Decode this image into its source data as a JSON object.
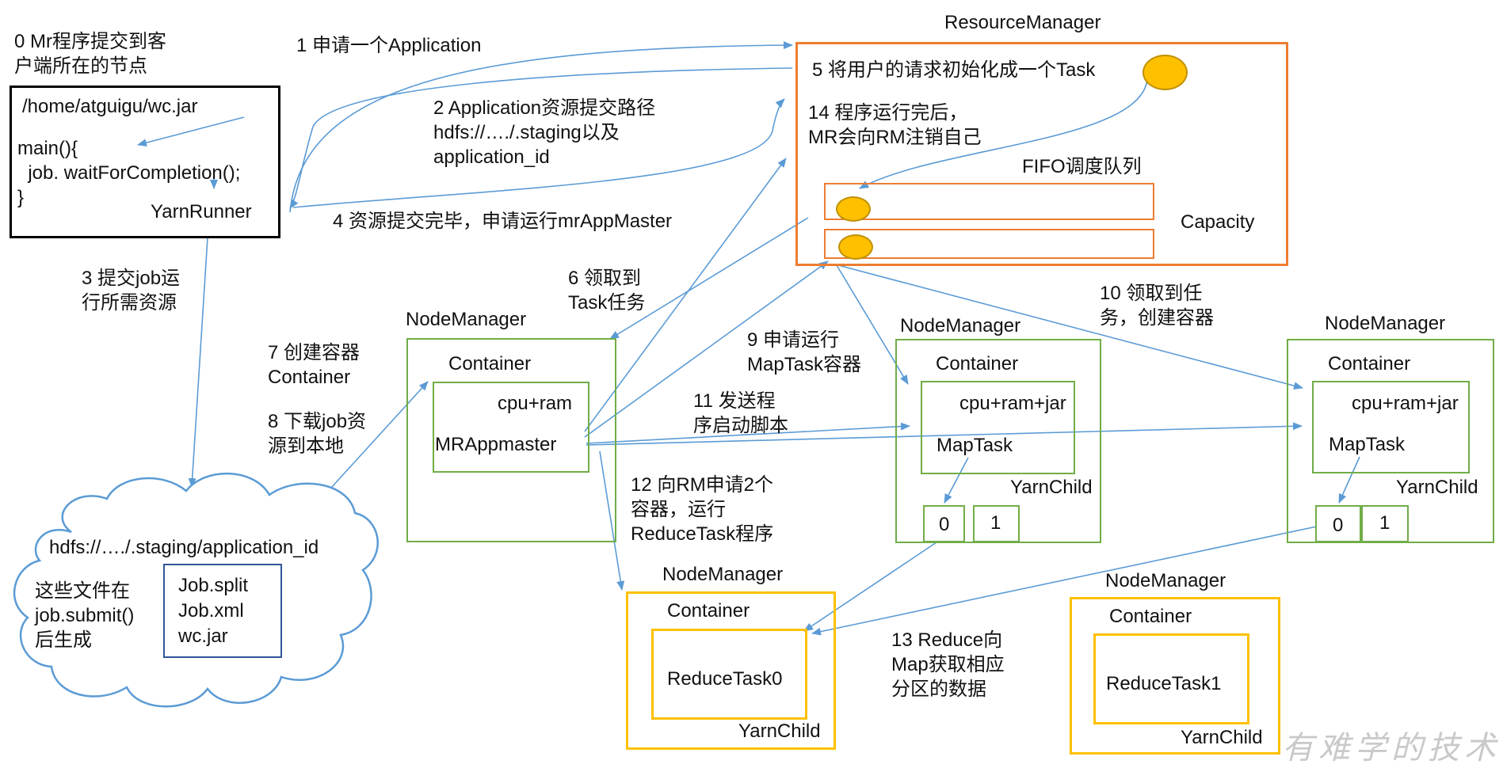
{
  "colors": {
    "client_border": "#000000",
    "resource_manager_border": "#ed7d31",
    "nodemanager_green": "#70ad47",
    "nodemanager_yellow": "#ffc000",
    "task_oval_fill": "#ffc000",
    "task_oval_border": "#bf9000",
    "arrow_blue": "#5b9bd5",
    "hdfs_cloud": "#5b9bd5",
    "jobfiles_border": "#2f5597",
    "watermark": "#c9c9c9"
  },
  "client": {
    "heading": "0 Mr程序提交到客\n户端所在的节点",
    "jar_path": "/home/atguigu/wc.jar",
    "code": "main(){\n  job. waitForCompletion();\n}",
    "runner_label": "YarnRunner"
  },
  "resource_manager": {
    "title": "ResourceManager",
    "step5": "5 将用户的请求初始化成一个Task",
    "step14": "14 程序运行完后，\nMR会向RM注销自己",
    "queue_title": "FIFO调度队列",
    "scheduler_label": "Capacity"
  },
  "steps": {
    "s1": "1 申请一个Application",
    "s2": "2 Application资源提交路径\nhdfs://…./.staging以及\napplication_id",
    "s3": "3 提交job运\n行所需资源",
    "s4": "4 资源提交完毕，申请运行mrAppMaster",
    "s6": "6 领取到\nTask任务",
    "s7": "7 创建容器\nContainer",
    "s8": "8 下载job资\n源到本地",
    "s9": "9 申请运行\nMapTask容器",
    "s10": "10 领取到任\n务，创建容器",
    "s11": "11 发送程\n序启动脚本",
    "s12": "12 向RM申请2个\n容器，运行\nReduceTask程序",
    "s13": "13 Reduce向\nMap获取相应\n分区的数据"
  },
  "hdfs": {
    "path": "hdfs://…./.staging/application_id",
    "note": "这些文件在\njob.submit()\n后生成",
    "files": [
      "Job.split",
      "Job.xml",
      "wc.jar"
    ]
  },
  "node_master": {
    "title": "NodeManager",
    "container": "Container",
    "resources": "cpu+ram",
    "app": "MRAppmaster"
  },
  "node_map1": {
    "title": "NodeManager",
    "container": "Container",
    "resources": "cpu+ram+jar",
    "task": "MapTask",
    "child": "YarnChild",
    "partitions": [
      "0",
      "1"
    ]
  },
  "node_map2": {
    "title": "NodeManager",
    "container": "Container",
    "resources": "cpu+ram+jar",
    "task": "MapTask",
    "child": "YarnChild",
    "partitions": [
      "0",
      "1"
    ]
  },
  "node_reduce0": {
    "title": "NodeManager",
    "container": "Container",
    "task": "ReduceTask0",
    "child": "YarnChild"
  },
  "node_reduce1": {
    "title": "NodeManager",
    "container": "Container",
    "task": "ReduceTask1",
    "child": "YarnChild"
  },
  "watermark": "有难学的技术"
}
